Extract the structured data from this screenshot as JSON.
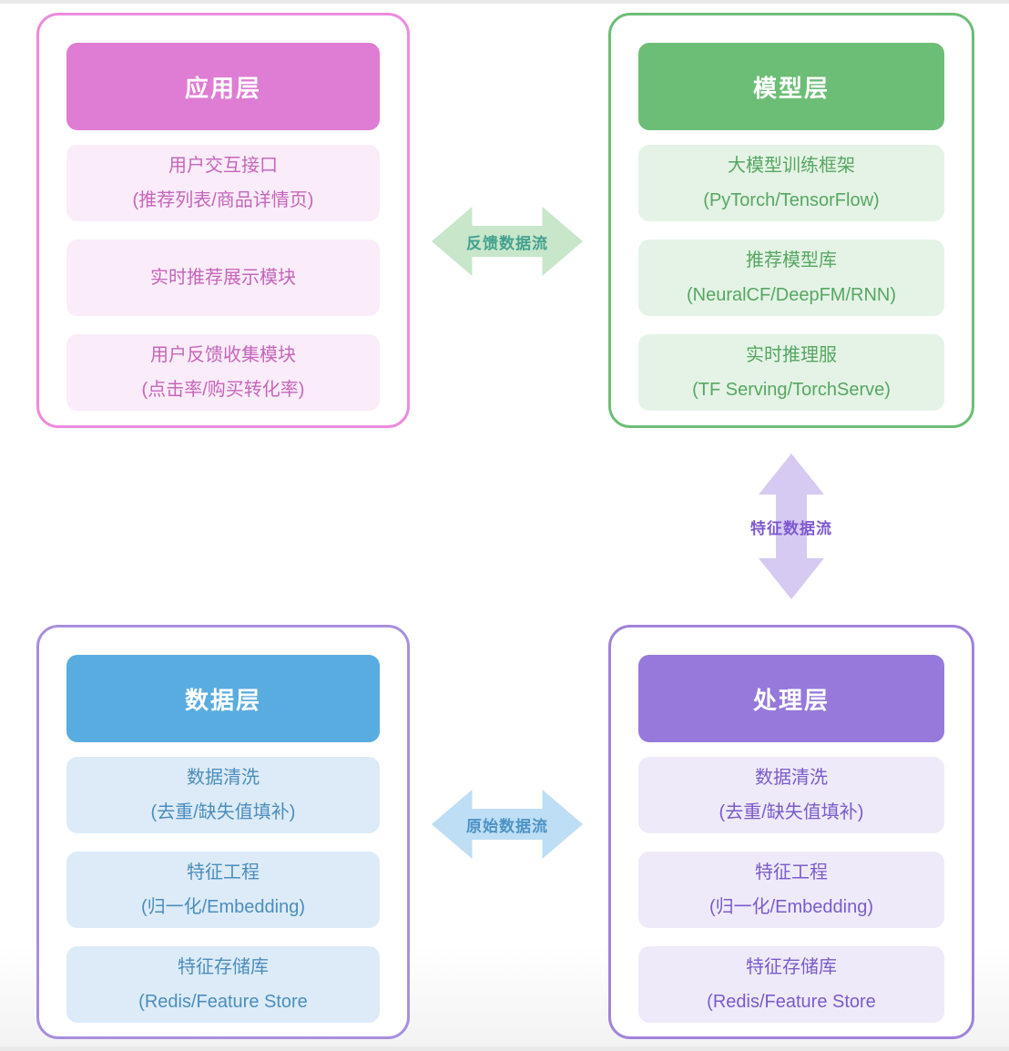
{
  "canvas": {
    "background": "#ffffff",
    "edge_color": "#e9e9e9"
  },
  "layers": [
    {
      "id": "application",
      "title": "应用层",
      "colors": {
        "border": "#EC8BDE",
        "header_bg": "#DF7CD3",
        "header_text": "#FFFFFF",
        "item_bg": "#FAECF8",
        "item_text": "#C566BB"
      },
      "items": [
        {
          "line1": "用户交互接口",
          "line2": "(推荐列表/商品详情页)"
        },
        {
          "line1": "实时推荐展示模块",
          "line2": ""
        },
        {
          "line1": "用户反馈收集模块",
          "line2": "(点击率/购买转化率)"
        }
      ]
    },
    {
      "id": "model",
      "title": "模型层",
      "colors": {
        "border": "#6DBE76",
        "header_bg": "#6CBE76",
        "header_text": "#FFFFFF",
        "item_bg": "#E4F3E5",
        "item_text": "#57A663"
      },
      "items": [
        {
          "line1": "大模型训练框架",
          "line2": "(PyTorch/TensorFlow)"
        },
        {
          "line1": "推荐模型库",
          "line2": "(NeuralCF/DeepFM/RNN)"
        },
        {
          "line1": "实时推理服",
          "line2": "(TF Serving/TorchServe)"
        }
      ]
    },
    {
      "id": "data",
      "title": "数据层",
      "colors": {
        "border": "#A88FDF",
        "header_bg": "#59ACE0",
        "header_text": "#FFFFFF",
        "item_bg": "#DCEBF7",
        "item_text": "#4C8DBC"
      },
      "items": [
        {
          "line1": "数据清洗",
          "line2": "(去重/缺失值填补)"
        },
        {
          "line1": "特征工程",
          "line2": "(归一化/Embedding)"
        },
        {
          "line1": "特征存储库",
          "line2": "(Redis/Feature Store"
        }
      ]
    },
    {
      "id": "processing",
      "title": "处理层",
      "colors": {
        "border": "#A183DB",
        "header_bg": "#9679DB",
        "header_text": "#FFFFFF",
        "item_bg": "#EFEAF9",
        "item_text": "#7B5BCB"
      },
      "items": [
        {
          "line1": "数据清洗",
          "line2": "(去重/缺失值填补)"
        },
        {
          "line1": "特征工程",
          "line2": "(归一化/Embedding)"
        },
        {
          "line1": "特征存储库",
          "line2": "(Redis/Feature Store"
        }
      ]
    }
  ],
  "arrows": [
    {
      "id": "feedback",
      "label": "反馈数据流",
      "orientation": "horizontal",
      "colors": {
        "fill": "#C8E6CA",
        "label_color": "#43A18F"
      }
    },
    {
      "id": "feature",
      "label": "特征数据流",
      "orientation": "vertical",
      "colors": {
        "fill": "#D6CAF2",
        "label_color": "#7E58D1"
      }
    },
    {
      "id": "raw",
      "label": "原始数据流",
      "orientation": "horizontal",
      "colors": {
        "fill": "#BDDEF4",
        "label_color": "#4D92C5"
      }
    }
  ]
}
